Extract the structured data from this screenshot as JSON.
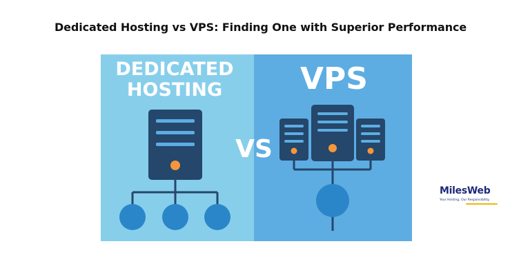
{
  "page": {
    "title": "Dedicated Hosting vs VPS: Finding One with Superior Performance"
  },
  "illustration": {
    "left_heading_line1": "DEDICATED",
    "left_heading_line2": "HOSTING",
    "right_heading": "VPS",
    "vs_label": "VS",
    "colors": {
      "left_bg": "#87ceeb",
      "right_bg": "#5dade2",
      "server": "#24476b",
      "server_line": "#5dade2",
      "led": "#f5963b",
      "node": "#2a86c9",
      "connector": "#24476b",
      "heading_text": "#ffffff"
    }
  },
  "brand": {
    "name": "MilesWeb",
    "tagline": "Your Hosting, Our Responsibility.",
    "color": "#1e2a78",
    "accent": "#f2b705"
  }
}
